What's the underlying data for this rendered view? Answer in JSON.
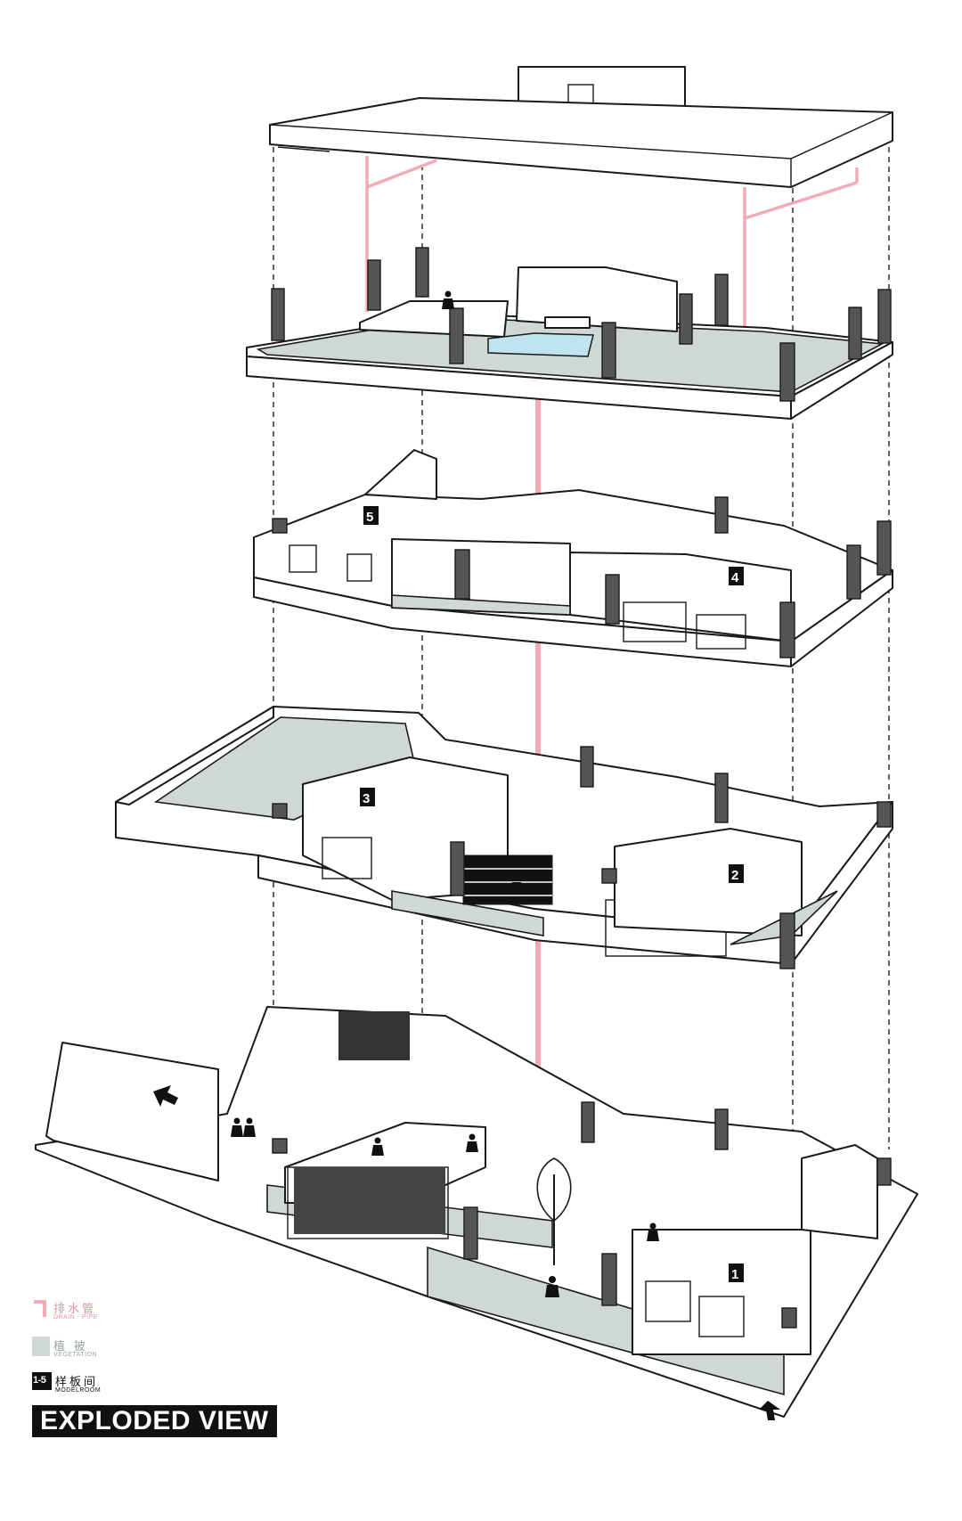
{
  "floor_labels": {
    "1": "1",
    "2": "2",
    "3": "3",
    "4": "4",
    "5": "5"
  },
  "legend": {
    "drain_pipe_cn": "排水管",
    "drain_pipe_en": "DRAIN - PIPE",
    "vegetation_cn": "植 被",
    "vegetation_en": "VEGETATION",
    "modelroom_range": "1-5",
    "modelroom_cn": "样板间",
    "modelroom_en": "MODELROOM"
  },
  "title": "EXPLODED VIEW",
  "colors": {
    "drain_pipe": "#f2aab4",
    "vegetation": "#cfd8d3",
    "column": "#555555",
    "line": "#1a1a1a",
    "title_bg": "#111111"
  },
  "icons": [
    "entrance-arrow-icon",
    "person-icon",
    "tree-icon"
  ]
}
